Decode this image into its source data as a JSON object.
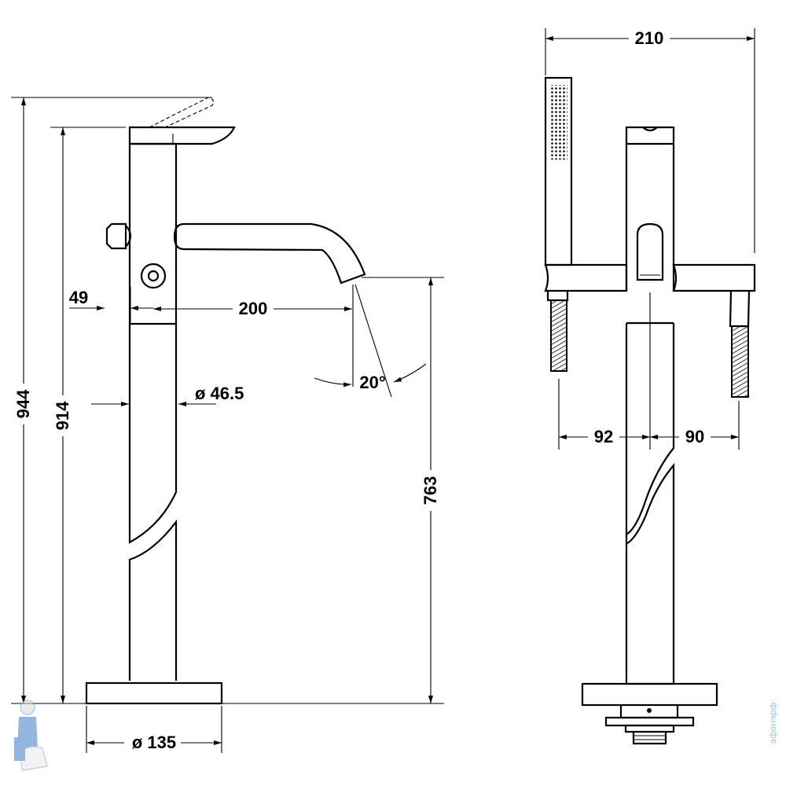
{
  "side_view": {
    "height_total": "944",
    "height_lever": "914",
    "offset_49": "49",
    "spout_reach": "200",
    "spout_angle": "20°",
    "body_diameter": "ø 46.5",
    "spout_height": "763",
    "base_diameter": "ø 135"
  },
  "front_view": {
    "width_total": "210",
    "left_offset": "92",
    "right_offset": "90"
  },
  "watermark": {
    "text": "афонярф",
    "color": "#6fa8d8",
    "icon": "plumber-mascot-icon"
  },
  "colors": {
    "line": "#000000",
    "background": "#ffffff"
  }
}
